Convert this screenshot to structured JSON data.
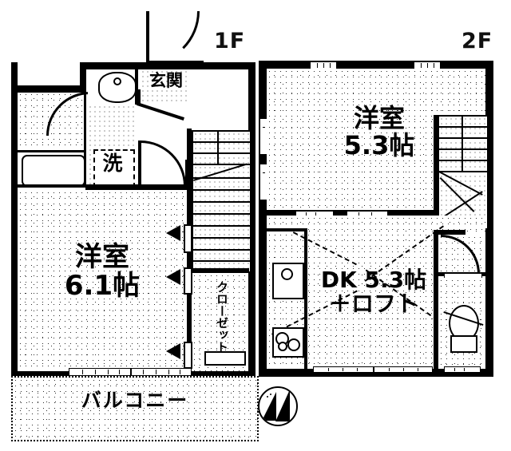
{
  "plan": {
    "floors": [
      {
        "id": "1F",
        "label": "1F"
      },
      {
        "id": "2F",
        "label": "2F"
      }
    ],
    "compass": "north-compass-icon"
  },
  "floor1": {
    "label": "1F",
    "rooms": [
      {
        "name": "western-room",
        "label_line1": "洋室",
        "label_line2": "6.1帖",
        "area": "6.1帖"
      },
      {
        "name": "entrance",
        "label": "玄関"
      },
      {
        "name": "laundry",
        "label": "洗"
      },
      {
        "name": "closet",
        "label": "クローゼット"
      },
      {
        "name": "balcony",
        "label": "バルコニー"
      }
    ],
    "fixtures": [
      {
        "name": "bathtub-icon"
      },
      {
        "name": "vanity-basin-icon"
      },
      {
        "name": "stairs-icon"
      },
      {
        "name": "entrance-door-icon"
      },
      {
        "name": "interior-door-icon"
      }
    ]
  },
  "floor2": {
    "label": "2F",
    "rooms": [
      {
        "name": "western-room",
        "label_line1": "洋室",
        "label_line2": "5.3帖",
        "area": "5.3帖"
      },
      {
        "name": "dining-kitchen",
        "label_line1": "DK 5.3帖",
        "label_line2": "＋ロフト",
        "area": "5.3帖"
      }
    ],
    "fixtures": [
      {
        "name": "kitchen-sink-icon"
      },
      {
        "name": "gas-stove-icon"
      },
      {
        "name": "toilet-icon"
      },
      {
        "name": "stairs-icon"
      },
      {
        "name": "door-icon"
      }
    ]
  }
}
